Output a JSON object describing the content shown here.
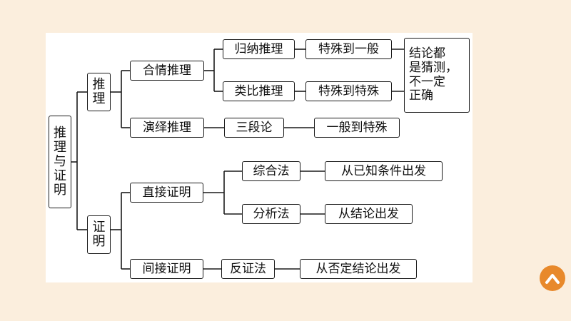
{
  "diagram": {
    "root": [
      "推",
      "理",
      "与",
      "证",
      "明"
    ],
    "reasoning": {
      "label": [
        "推",
        "理"
      ],
      "plausible": {
        "label": "合情推理",
        "induction": {
          "label": "归纳推理",
          "desc": "特殊到一般"
        },
        "analogy": {
          "label": "类比推理",
          "desc": "特殊到特殊"
        },
        "conclusion": [
          "结论都",
          "是猜测，",
          "不一定",
          "正确"
        ]
      },
      "deductive": {
        "label": "演绎推理",
        "method": "三段论",
        "desc": "一般到特殊"
      }
    },
    "proof": {
      "label": [
        "证",
        "明"
      ],
      "direct": {
        "label": "直接证明",
        "synthesis": {
          "label": "综合法",
          "desc": "从已知条件出发"
        },
        "analysis": {
          "label": "分析法",
          "desc": "从结论出发"
        }
      },
      "indirect": {
        "label": "间接证明",
        "method": "反证法",
        "desc": "从否定结论出发"
      }
    }
  },
  "nav": {
    "icon": "chevron-up-icon",
    "color": "#e8892b"
  }
}
